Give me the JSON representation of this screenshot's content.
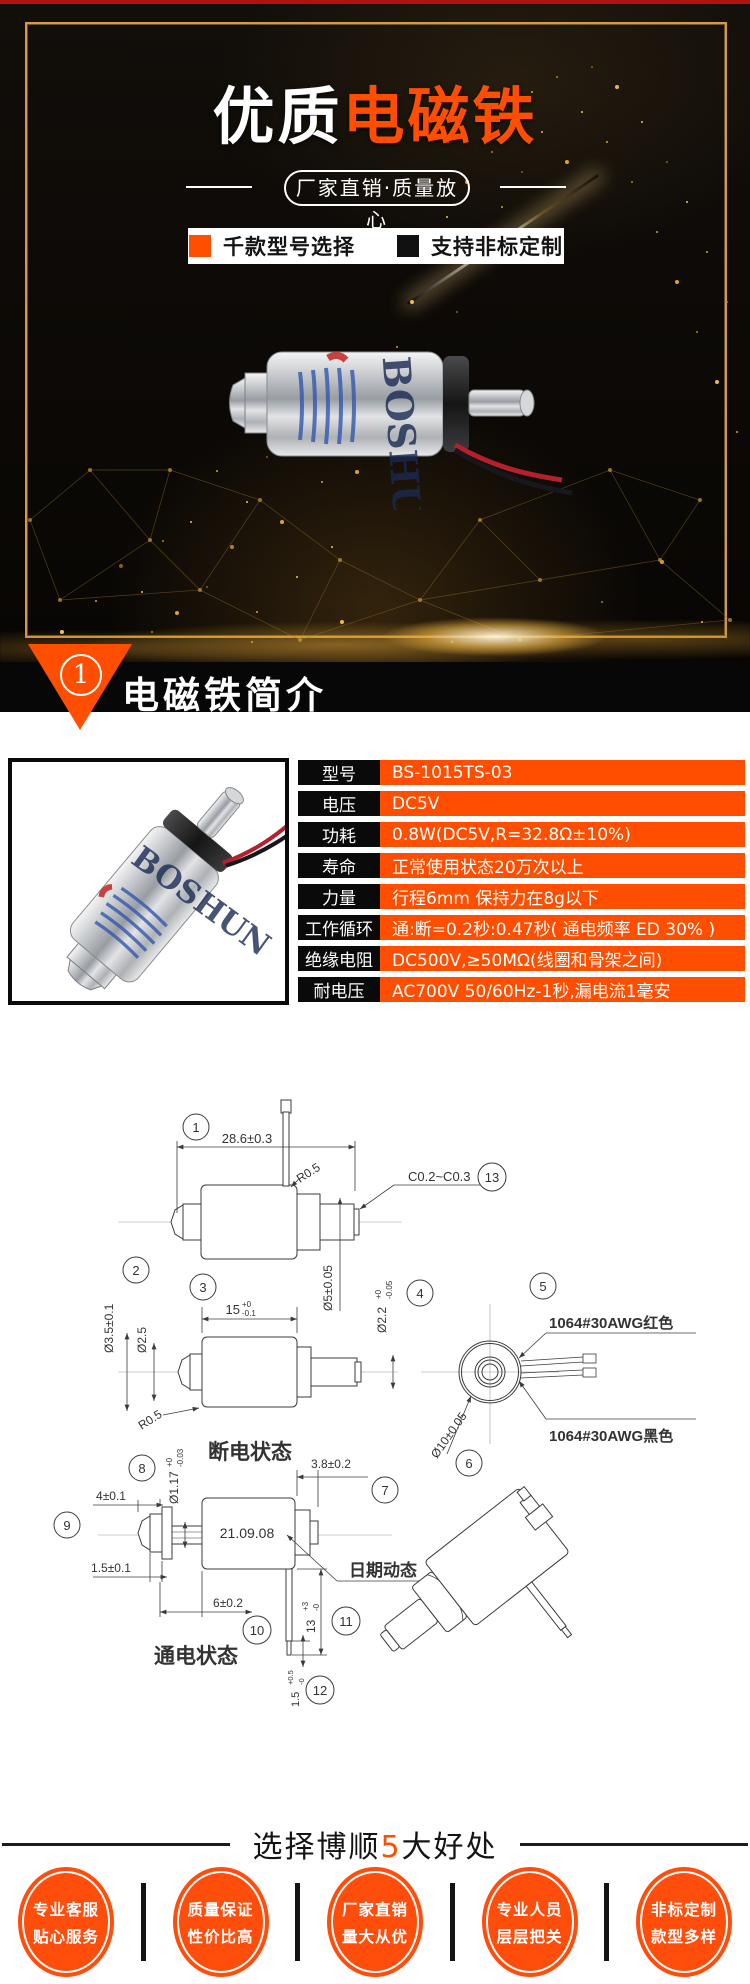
{
  "hero": {
    "top_strip_color": "#b01212",
    "title_white": "优质",
    "title_orange": "电磁铁",
    "subtitle": "厂家直销·质量放心",
    "feature1": "千款型号选择",
    "feature2": "支持非标定制",
    "brand_print": "BOSHUN"
  },
  "section1": {
    "number": "1",
    "title": "电磁铁简介"
  },
  "specs": {
    "rows": [
      {
        "label": "型号",
        "value": "BS-1015TS-03"
      },
      {
        "label": "电压",
        "value": "DC5V"
      },
      {
        "label": "功耗",
        "value": "0.8W(DC5V,R=32.8Ω±10%)"
      },
      {
        "label": "寿命",
        "value": "正常使用状态20万次以上"
      },
      {
        "label": "力量",
        "value": "行程6mm 保持力在8g以下"
      },
      {
        "label": "工作循环",
        "value": "通:断=0.2秒:0.47秒( 通电频率 ED 30% )"
      },
      {
        "label": "绝缘电阻",
        "value": "DC500V,≥50MΩ(线圈和骨架之间)"
      },
      {
        "label": "耐电压",
        "value": "AC700V 50/60Hz-1秒,漏电流1毫安"
      }
    ]
  },
  "drawing": {
    "callouts": [
      "1",
      "2",
      "3",
      "4",
      "5",
      "6",
      "7",
      "8",
      "9",
      "10",
      "11",
      "12",
      "13"
    ],
    "dims": {
      "total": "28.6±0.3",
      "radius1": "R0.5",
      "radius2": "R0.5",
      "chamfer": "C0.2~C0.3",
      "dia5": "Ø5±0.05",
      "dia22": {
        "v": "Ø2.2",
        "up": "+0",
        "dn": "-0.05"
      },
      "dia35": "Ø3.5±0.1",
      "dia25": "Ø2.5",
      "len15": {
        "v": "15",
        "up": "+0",
        "dn": "-0.1"
      },
      "dia10": "Ø10±0.05",
      "dia117": {
        "v": "Ø1.17",
        "up": "+0",
        "dn": "-0.03"
      },
      "len4": "4±0.1",
      "len15a": "1.5±0.1",
      "len6": "6±0.2",
      "len38": "3.8±0.2",
      "len13": {
        "v": "13",
        "up": "+3",
        "dn": "-0"
      },
      "len15b": {
        "v": "1.5",
        "up": "+0.5",
        "dn": "-0"
      }
    },
    "wire_red": "1064#30AWG红色",
    "wire_black": "1064#30AWG黑色",
    "state_off": "断电状态",
    "state_on": "通电状态",
    "date_value": "21.09.08",
    "date_label": "日期动态"
  },
  "benefits": {
    "heading": {
      "pre": "选择博顺",
      "num": "5",
      "post": "大好处"
    },
    "items": [
      [
        "专业客服",
        "贴心服务"
      ],
      [
        "质量保证",
        "性价比高"
      ],
      [
        "厂家直销",
        "量大从优"
      ],
      [
        "专业人员",
        "层层把关"
      ],
      [
        "非标定制",
        "款型多样"
      ]
    ]
  },
  "colors": {
    "accent": "#ff4e00",
    "gold": "#d79a3e",
    "dark": "#0c0a08"
  }
}
